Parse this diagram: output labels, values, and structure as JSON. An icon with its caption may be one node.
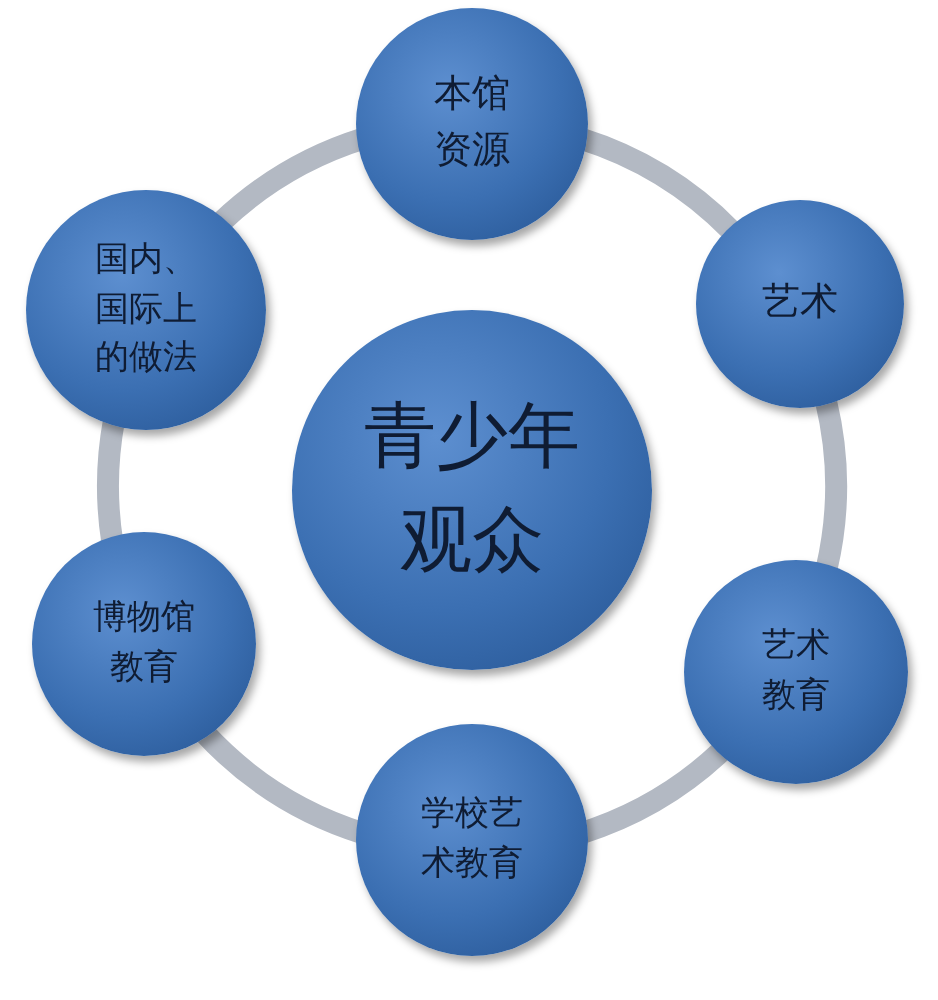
{
  "diagram": {
    "nodes": [
      {
        "text": [
          "本馆资源"
        ]
      },
      {
        "text": [
          "国内、国际上的做法"
        ]
      },
      {
        "text": [
          "艺术"
        ]
      },
      {
        "text": [
          "青少年观众"
        ]
      },
      {
        "text": [
          "博物馆教育"
        ]
      },
      {
        "text": [
          "艺术教育"
        ]
      },
      {
        "text": [
          "学校艺术教育"
        ]
      }
    ],
    "edges": [
      {
        "from": 0,
        "to": 2,
        "arrow": "none"
      },
      {
        "from": 2,
        "to": 5,
        "arrow": "none"
      },
      {
        "from": 5,
        "to": 6,
        "arrow": "none"
      },
      {
        "from": 6,
        "to": 4,
        "arrow": "none"
      },
      {
        "from": 4,
        "to": 1,
        "arrow": "none"
      },
      {
        "from": 1,
        "to": 0,
        "arrow": "none"
      }
    ]
  }
}
